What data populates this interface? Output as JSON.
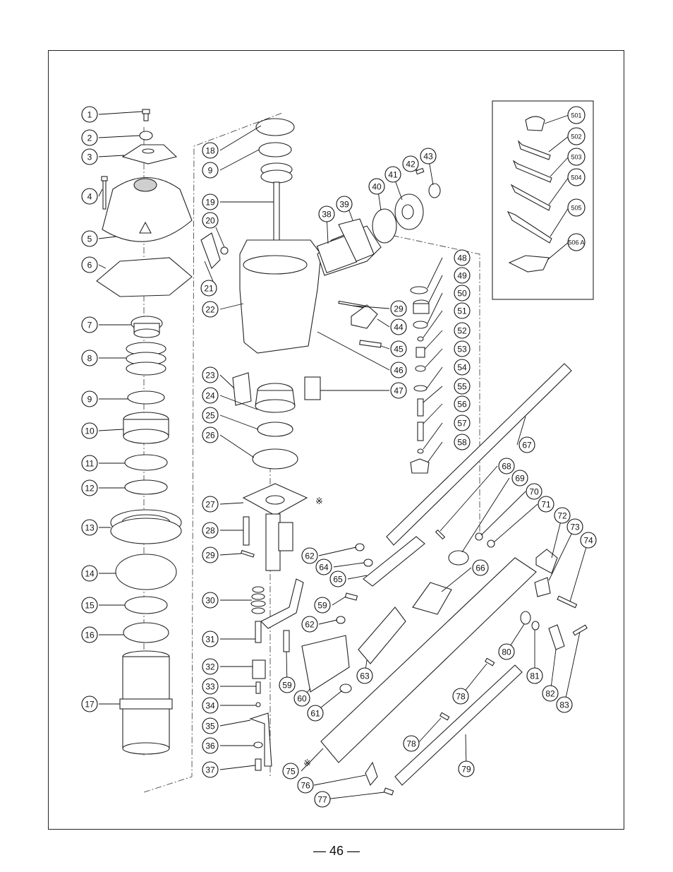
{
  "callouts": {
    "c1": "1",
    "c2": "2",
    "c3": "3",
    "c4": "4",
    "c5": "5",
    "c6": "6",
    "c7": "7",
    "c8": "8",
    "c9a": "9",
    "c10": "10",
    "c11": "11",
    "c12": "12",
    "c13": "13",
    "c14": "14",
    "c15": "15",
    "c16": "16",
    "c17": "17",
    "c18": "18",
    "c9b": "9",
    "c19": "19",
    "c20": "20",
    "c21": "21",
    "c22": "22",
    "c23": "23",
    "c24": "24",
    "c25": "25",
    "c26": "26",
    "c27": "27",
    "c28": "28",
    "c29a": "29",
    "c30": "30",
    "c31": "31",
    "c32": "32",
    "c33": "33",
    "c34": "34",
    "c35": "35",
    "c36": "36",
    "c37": "37",
    "c38": "38",
    "c39": "39",
    "c40": "40",
    "c41": "41",
    "c42": "42",
    "c43": "43",
    "c29b": "29",
    "c44": "44",
    "c45": "45",
    "c46": "46",
    "c47": "47",
    "c48": "48",
    "c49": "49",
    "c50": "50",
    "c51": "51",
    "c52": "52",
    "c53": "53",
    "c54": "54",
    "c55": "55",
    "c56": "56",
    "c57": "57",
    "c58": "58",
    "c59a": "59",
    "c59b": "59",
    "c60": "60",
    "c61": "61",
    "c62a": "62",
    "c62b": "62",
    "c63": "63",
    "c64": "64",
    "c65": "65",
    "c66": "66",
    "c67": "67",
    "c68": "68",
    "c69": "69",
    "c70": "70",
    "c71": "71",
    "c72": "72",
    "c73": "73",
    "c74": "74",
    "c75": "75",
    "c76": "76",
    "c77": "77",
    "c78a": "78",
    "c78b": "78",
    "c79": "79",
    "c80": "80",
    "c81": "81",
    "c82": "82",
    "c83": "83",
    "c501": "501",
    "c502": "502",
    "c503": "503",
    "c504": "504",
    "c505": "505",
    "c506": "506 A"
  },
  "note_mark": "※",
  "page_number": "— 46 —"
}
